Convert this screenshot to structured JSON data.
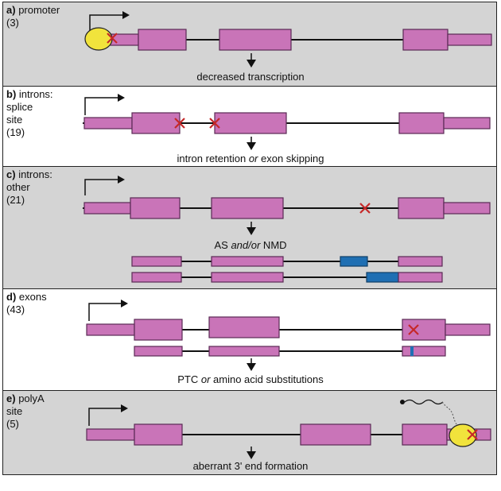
{
  "colors": {
    "exon_fill": "#c974b8",
    "exon_stroke": "#5b2a55",
    "mutation": "#c62828",
    "blue_exon": "#1f6fb3",
    "protein": "#f1e33c",
    "panel_gray": "#d4d4d4"
  },
  "panels": {
    "a": {
      "letter": "a)",
      "label": "promoter",
      "count": "(3)",
      "caption": "decreased transcription"
    },
    "b": {
      "letter": "b)",
      "label_line1": "introns:",
      "label_line2": "splice",
      "label_line3": "site",
      "count": "(19)",
      "caption_part1": "intron retention ",
      "caption_or": "or",
      "caption_part2": " exon skipping"
    },
    "c": {
      "letter": "c)",
      "label_line1": "introns:",
      "label_line2": "other",
      "count": "(21)",
      "caption_part1": "AS ",
      "caption_andor": "and/or",
      "caption_part2": " NMD"
    },
    "d": {
      "letter": "d)",
      "label": "exons",
      "count": "(43)",
      "caption_part1": "PTC ",
      "caption_or": "or",
      "caption_part2": " amino acid substitutions"
    },
    "e": {
      "letter": "e)",
      "label_line1": "polyA",
      "label_line2": "site",
      "count": "(5)",
      "caption": "aberrant 3' end formation"
    }
  }
}
